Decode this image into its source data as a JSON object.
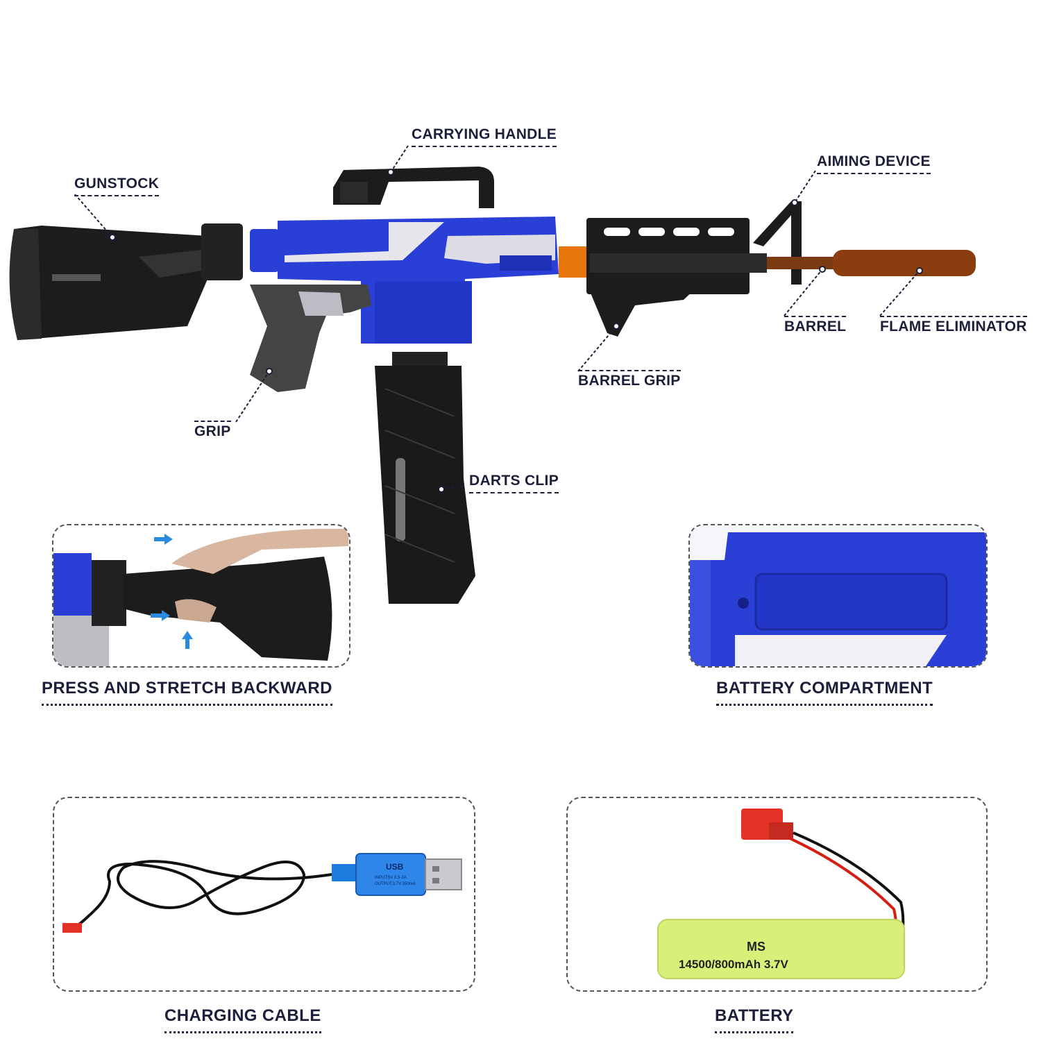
{
  "labels": {
    "carrying_handle": "CARRYING HANDLE",
    "gunstock": "GUNSTOCK",
    "aiming_device": "AIMING DEVICE",
    "barrel": "BARREL",
    "flame_eliminator": "FLAME ELIMINATOR",
    "barrel_grip": "BARREL GRIP",
    "grip": "GRIP",
    "darts_clip": "DARTS CLIP"
  },
  "panels": {
    "press_caption": "PRESS AND STRETCH BACKWARD",
    "battery_compartment_caption": "BATTERY COMPARTMENT",
    "charging_cable_caption": "CHARGING CABLE",
    "battery_caption": "BATTERY",
    "usb_text": "USB",
    "usb_spec_1": "INPUT:5V 0.5-2A",
    "usb_spec_2": "OUTPUT:3.7V 350mA",
    "battery_brand": "MS",
    "battery_spec": "14500/800mAh  3.7V"
  },
  "colors": {
    "blaster_blue": "#2a3fd6",
    "stock_black": "#1c1c1c",
    "barrel_orange": "#e8750c",
    "barrel_brown": "#7a3a12",
    "battery_green": "#d8f07a",
    "connector_red": "#e53226"
  }
}
